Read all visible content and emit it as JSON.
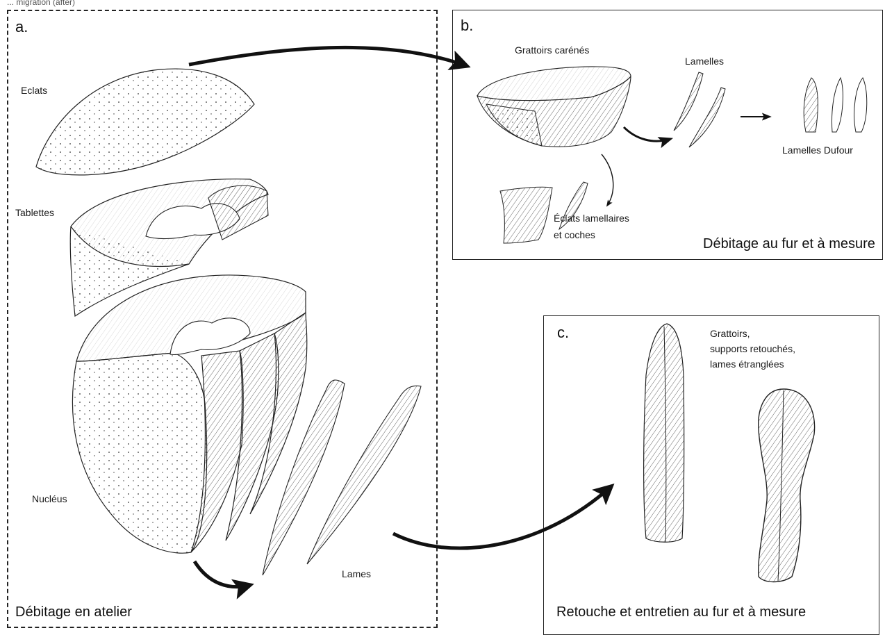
{
  "top_note": "... migration (after)",
  "panels": {
    "a": {
      "letter": "a.",
      "labels": {
        "eclats": "Eclats",
        "tablettes": "Tablettes",
        "nucleus": "Nucléus",
        "lames": "Lames"
      },
      "caption": "Débitage en atelier"
    },
    "b": {
      "letter": "b.",
      "labels": {
        "grattoirs_caren": "Grattoirs carénés",
        "lamelles": "Lamelles",
        "lamelles_dufour": "Lamelles Dufour",
        "eclats_lamellaires_1": "Éclats lamellaires",
        "eclats_lamellaires_2": "et coches"
      },
      "caption": "Débitage au fur et à mesure"
    },
    "c": {
      "letter": "c.",
      "labels": {
        "line1": "Grattoirs,",
        "line2": "supports retouchés,",
        "line3": "lames étranglées"
      },
      "caption": "Retouche et entretien au fur et à mesure"
    }
  }
}
